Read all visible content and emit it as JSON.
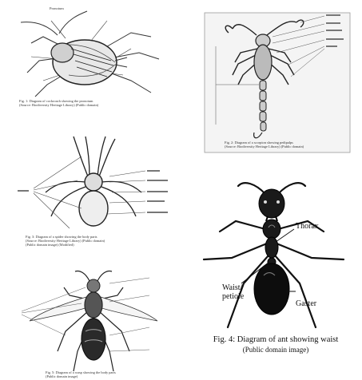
{
  "figures": {
    "cockroach": {
      "caption_line1": "Fig. 1: Diagram of cockroach showing the pronotum",
      "caption_line2": "(Source: Biodiversity Heritage Library) (Public domain)",
      "label_pronotum": "Pronotum"
    },
    "scorpion": {
      "caption_line1": "Fig. 2: Diagram of a scorpion showing pedipalps",
      "caption_line2": "(Source: Biodiversity Heritage Library) (Public domain)"
    },
    "spider": {
      "caption_line1": "Fig. 3: Diagram of a spider showing the body parts",
      "caption_line2": "(Source: Biodiversity Heritage Library) (Public domain)",
      "caption_line3": "(Public domain image) (Modified)"
    },
    "wasp": {
      "caption_line1": "Fig. 5: Diagram of a wasp showing the body parts",
      "caption_line2": "(Public domain image)"
    },
    "ant": {
      "label_thorax": "Thorax",
      "label_waist_line1": "Waist/",
      "label_waist_line2": "petiole",
      "label_gaster": "Gaster",
      "caption_line1": "Fig. 4: Diagram of ant showing waist",
      "caption_line2": "(Public domain image)"
    }
  }
}
